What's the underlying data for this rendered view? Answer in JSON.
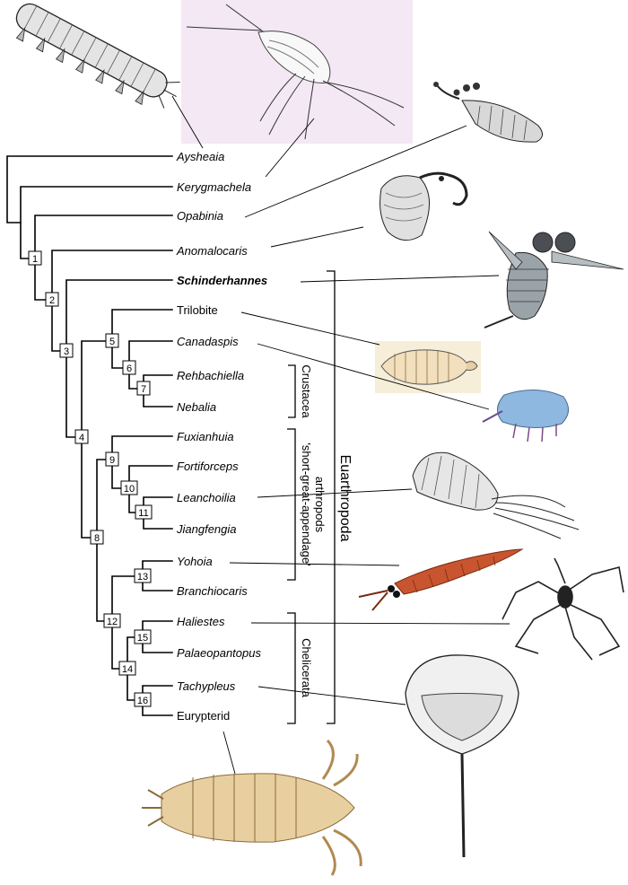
{
  "taxa": [
    {
      "name": "Aysheaia",
      "style": "italic"
    },
    {
      "name": "Kerygmachela",
      "style": "italic"
    },
    {
      "name": "Opabinia",
      "style": "italic"
    },
    {
      "name": "Anomalocaris",
      "style": "italic"
    },
    {
      "name": "Schinderhannes",
      "style": "bold-italic"
    },
    {
      "name": "Trilobite",
      "style": "normal"
    },
    {
      "name": "Canadaspis",
      "style": "italic"
    },
    {
      "name": "Rehbachiella",
      "style": "italic"
    },
    {
      "name": "Nebalia",
      "style": "italic"
    },
    {
      "name": "Fuxianhuia",
      "style": "italic"
    },
    {
      "name": "Fortiforceps",
      "style": "italic"
    },
    {
      "name": "Leanchoilia",
      "style": "italic"
    },
    {
      "name": "Jiangfengia",
      "style": "italic"
    },
    {
      "name": "Yohoia",
      "style": "italic"
    },
    {
      "name": "Branchiocaris",
      "style": "italic"
    },
    {
      "name": "Haliestes",
      "style": "italic"
    },
    {
      "name": "Palaeopantopus",
      "style": "italic"
    },
    {
      "name": "Tachypleus",
      "style": "italic"
    },
    {
      "name": "Eurypterid",
      "style": "normal"
    }
  ],
  "nodes": [
    "1",
    "2",
    "3",
    "4",
    "5",
    "6",
    "7",
    "8",
    "9",
    "10",
    "11",
    "12",
    "13",
    "14",
    "15",
    "16"
  ],
  "groups": {
    "crustacea": "Crustacea",
    "sga_line1": "'short-great-appendage'",
    "sga_line2": "arthropods",
    "chelicerata": "Chelicerata",
    "euarthropoda": "Euarthropoda"
  },
  "colors": {
    "background": "#ffffff",
    "ink": "#000000",
    "kerygmachela_panel": "#f3e8f3",
    "trilobite_panel": "#f7eed9",
    "canadaspis_body": "#8fb8e0",
    "yohoia_body": "#c8552f",
    "eurypterid_body": "#e8cfa0"
  },
  "illustrations": [
    "aysheaia-drawing-icon",
    "kerygmachela-drawing-icon",
    "opabinia-drawing-icon",
    "anomalocaris-drawing-icon",
    "schinderhannes-drawing-icon",
    "trilobite-drawing-icon",
    "canadaspis-drawing-icon",
    "leanchoilia-drawing-icon",
    "yohoia-drawing-icon",
    "haliestes-drawing-icon",
    "tachypleus-drawing-icon",
    "eurypterid-drawing-icon"
  ]
}
